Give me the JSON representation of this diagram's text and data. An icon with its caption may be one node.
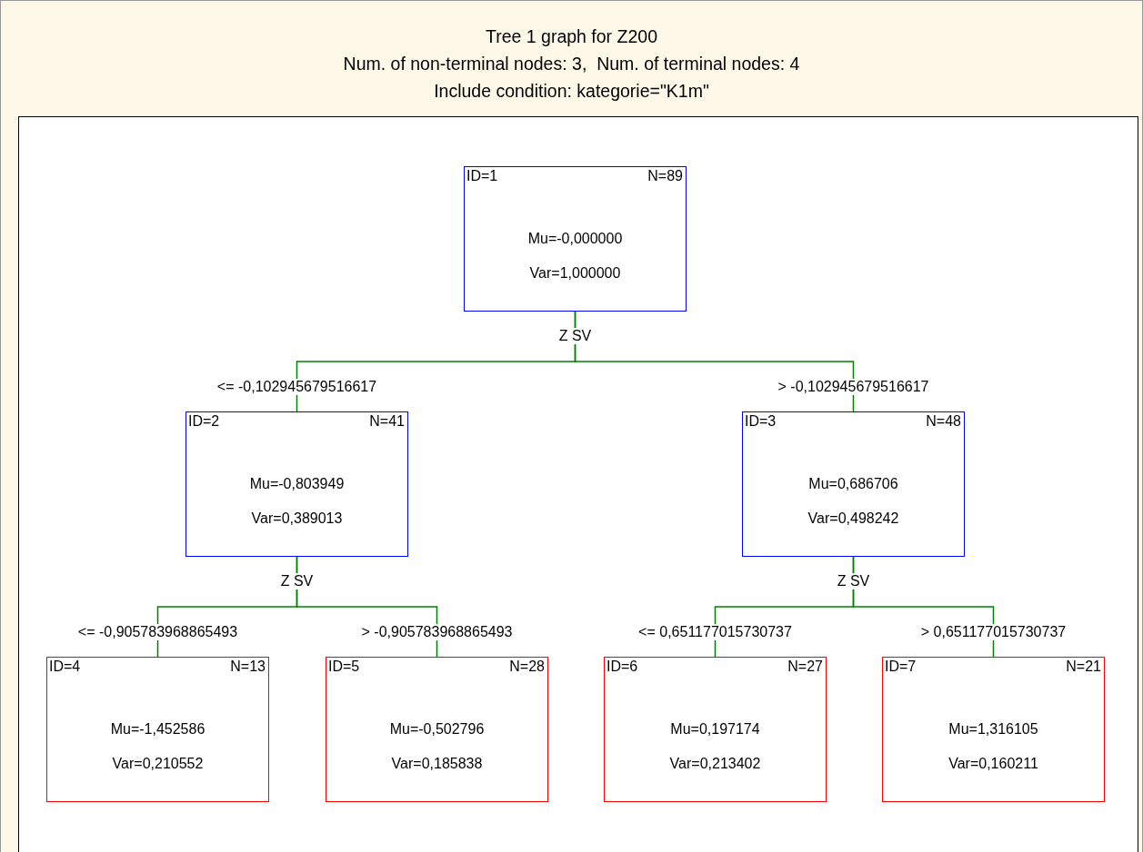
{
  "diagram": {
    "title": "Tree 1 graph for Z200",
    "nodes": [
      {
        "text": [
          "ID=1",
          "N=89",
          "Mu=-0,000000",
          "Var=1,000000"
        ]
      },
      {
        "text": [
          "ID=2",
          "N=41",
          "Mu=-0,803949",
          "Var=0,389013"
        ]
      },
      {
        "text": [
          "ID=3",
          "N=48",
          "Mu=0,686706",
          "Var=0,498242"
        ]
      },
      {
        "text": [
          "ID=4",
          "N=13",
          "Mu=-1,452586",
          "Var=0,210552"
        ]
      },
      {
        "text": [
          "ID=5",
          "N=28",
          "Mu=-0,502796",
          "Var=0,185838"
        ]
      },
      {
        "text": [
          "ID=6",
          "N=27",
          "Mu=0,197174",
          "Var=0,213402"
        ]
      },
      {
        "text": [
          "ID=7",
          "N=21",
          "Mu=1,316105",
          "Var=0,160211"
        ]
      }
    ],
    "edges": [
      {
        "from": 0,
        "to": 1,
        "arrow": "none",
        "label": "<= -0,102945679516617"
      },
      {
        "from": 0,
        "to": 2,
        "arrow": "none",
        "label": "> -0,102945679516617"
      },
      {
        "from": 1,
        "to": 3,
        "arrow": "none",
        "label": "<= -0,905783968865493"
      },
      {
        "from": 1,
        "to": 4,
        "arrow": "none",
        "label": "> -0,905783968865493"
      },
      {
        "from": 2,
        "to": 5,
        "arrow": "none",
        "label": "<= 0,651177015730737"
      },
      {
        "from": 2,
        "to": 6,
        "arrow": "none",
        "label": "> 0,651177015730737"
      }
    ],
    "labels": [
      "Num. of non-terminal nodes: 3,  Num. of terminal nodes: 4",
      "Include condition: kategorie=\"K1m\"",
      "Z SV",
      "Z SV",
      "Z SV"
    ]
  }
}
